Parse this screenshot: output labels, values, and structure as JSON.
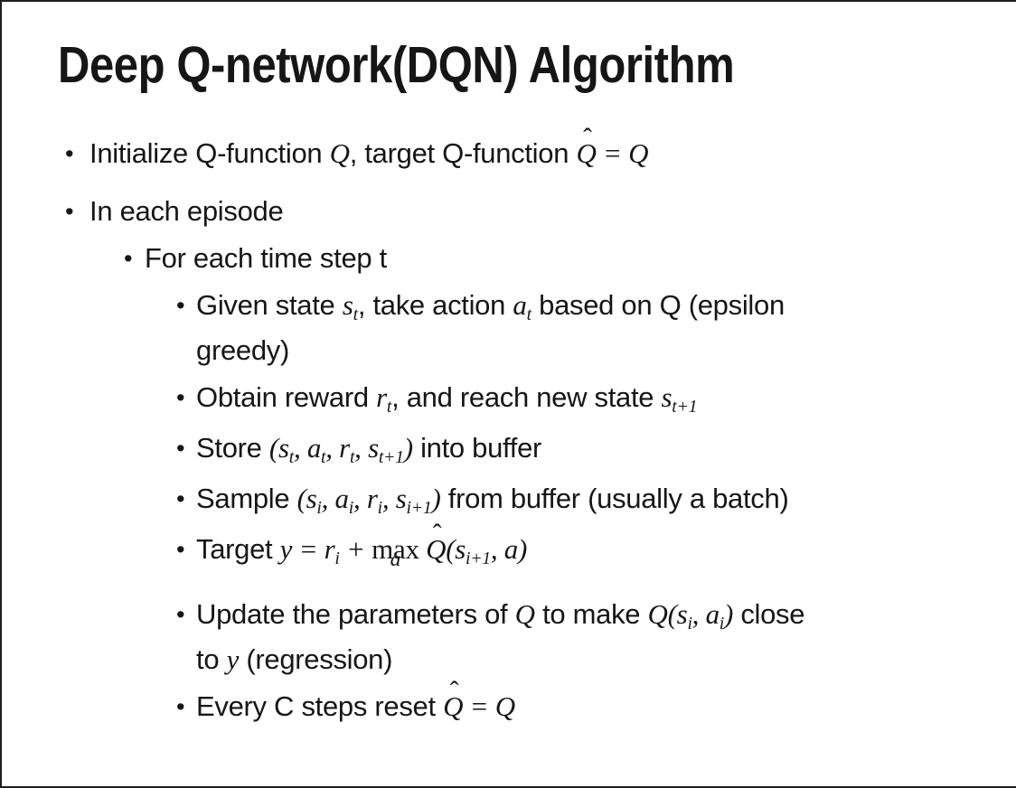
{
  "slide": {
    "title": "Deep Q-network(DQN) Algorithm",
    "bullet_char": "•",
    "hat_char": "ˆ",
    "colors": {
      "text": "#161616",
      "background": "#ffffff",
      "border": "#1f1f1f"
    },
    "bullets": [
      {
        "level": 1,
        "segments": [
          {
            "t": "tx",
            "v": "Initialize Q-function "
          },
          {
            "t": "m",
            "v": "Q"
          },
          {
            "t": "tx",
            "v": ", target Q-function "
          },
          {
            "t": "mh",
            "v": "Q"
          },
          {
            "t": "m",
            "v": " = Q"
          }
        ]
      },
      {
        "level": 1,
        "segments": [
          {
            "t": "tx",
            "v": "In each episode"
          }
        ]
      },
      {
        "level": 2,
        "segments": [
          {
            "t": "tx",
            "v": "For each time step t"
          }
        ]
      },
      {
        "level": 3,
        "segments": [
          {
            "t": "tx",
            "v": "Given state "
          },
          {
            "t": "ms",
            "v": "s",
            "s": "t"
          },
          {
            "t": "tx",
            "v": ", take action "
          },
          {
            "t": "ms",
            "v": "a",
            "s": "t"
          },
          {
            "t": "tx",
            "v": " based on Q (epsilon"
          },
          {
            "t": "br"
          },
          {
            "t": "tx",
            "v": "greedy)"
          }
        ]
      },
      {
        "level": 3,
        "segments": [
          {
            "t": "tx",
            "v": "Obtain reward "
          },
          {
            "t": "ms",
            "v": "r",
            "s": "t"
          },
          {
            "t": "tx",
            "v": ", and reach new state "
          },
          {
            "t": "ms",
            "v": "s",
            "s": "t+1"
          }
        ]
      },
      {
        "level": 3,
        "segments": [
          {
            "t": "tx",
            "v": "Store "
          },
          {
            "t": "m",
            "v": "("
          },
          {
            "t": "ms",
            "v": "s",
            "s": "t"
          },
          {
            "t": "m",
            "v": ", "
          },
          {
            "t": "ms",
            "v": "a",
            "s": "t"
          },
          {
            "t": "m",
            "v": ", "
          },
          {
            "t": "ms",
            "v": "r",
            "s": "t"
          },
          {
            "t": "m",
            "v": ", "
          },
          {
            "t": "ms",
            "v": "s",
            "s": "t+1"
          },
          {
            "t": "m",
            "v": ")"
          },
          {
            "t": "tx",
            "v": " into buffer"
          }
        ]
      },
      {
        "level": 3,
        "segments": [
          {
            "t": "tx",
            "v": "Sample "
          },
          {
            "t": "m",
            "v": "("
          },
          {
            "t": "ms",
            "v": "s",
            "s": "i"
          },
          {
            "t": "m",
            "v": ", "
          },
          {
            "t": "ms",
            "v": "a",
            "s": "i"
          },
          {
            "t": "m",
            "v": ", "
          },
          {
            "t": "ms",
            "v": "r",
            "s": "i"
          },
          {
            "t": "m",
            "v": ", "
          },
          {
            "t": "ms",
            "v": "s",
            "s": "i+1"
          },
          {
            "t": "m",
            "v": ")"
          },
          {
            "t": "tx",
            "v": " from buffer (usually a batch)"
          }
        ]
      },
      {
        "level": 3,
        "segments": [
          {
            "t": "tx",
            "v": "Target "
          },
          {
            "t": "m",
            "v": "y = "
          },
          {
            "t": "ms",
            "v": "r",
            "s": "i"
          },
          {
            "t": "m",
            "v": " + "
          },
          {
            "t": "stack",
            "top": "max",
            "bottom": "a"
          },
          {
            "t": "m",
            "v": " "
          },
          {
            "t": "mh",
            "v": "Q"
          },
          {
            "t": "m",
            "v": "("
          },
          {
            "t": "ms",
            "v": "s",
            "s": "i+1"
          },
          {
            "t": "m",
            "v": ", a)"
          }
        ]
      },
      {
        "level": 3,
        "segments": [
          {
            "t": "tx",
            "v": "Update the parameters of "
          },
          {
            "t": "m",
            "v": "Q"
          },
          {
            "t": "tx",
            "v": " to make "
          },
          {
            "t": "m",
            "v": "Q("
          },
          {
            "t": "ms",
            "v": "s",
            "s": "i"
          },
          {
            "t": "m",
            "v": ", "
          },
          {
            "t": "ms",
            "v": "a",
            "s": "i"
          },
          {
            "t": "m",
            "v": ")"
          },
          {
            "t": "tx",
            "v": " close"
          },
          {
            "t": "br"
          },
          {
            "t": "tx",
            "v": "to "
          },
          {
            "t": "m",
            "v": "y"
          },
          {
            "t": "tx",
            "v": " (regression)"
          }
        ]
      },
      {
        "level": 3,
        "segments": [
          {
            "t": "tx",
            "v": "Every C steps reset "
          },
          {
            "t": "mh",
            "v": "Q"
          },
          {
            "t": "m",
            "v": " = Q"
          }
        ]
      }
    ]
  }
}
